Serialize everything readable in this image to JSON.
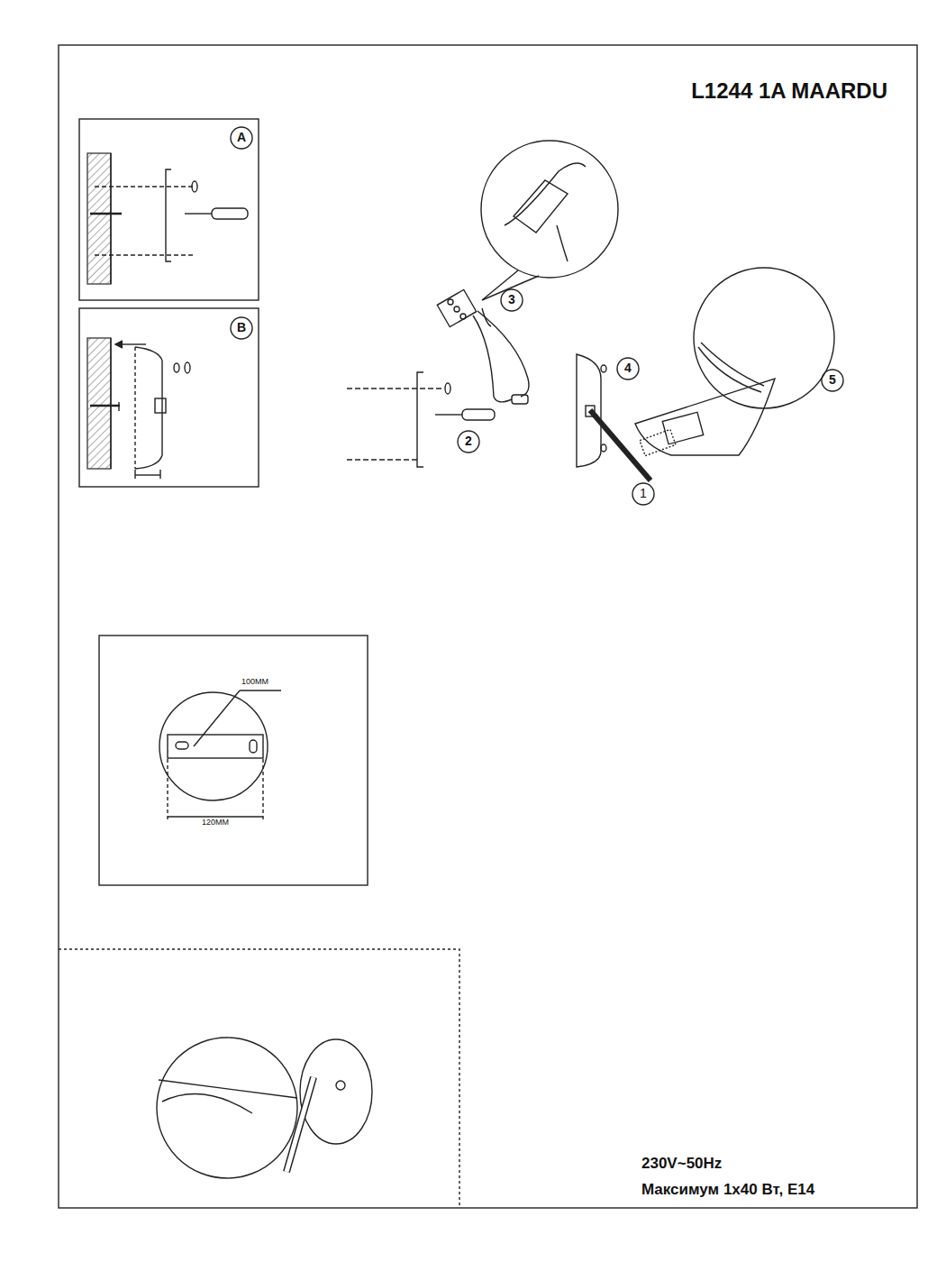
{
  "diagram": {
    "title": "L1244 1A  MAARDU",
    "labels": [
      "A",
      "B",
      "3",
      "2",
      "4",
      "5",
      "1",
      "100MM",
      "120MM",
      "230V~50Hz",
      "Максимум 1x40 Вт, E14"
    ]
  }
}
